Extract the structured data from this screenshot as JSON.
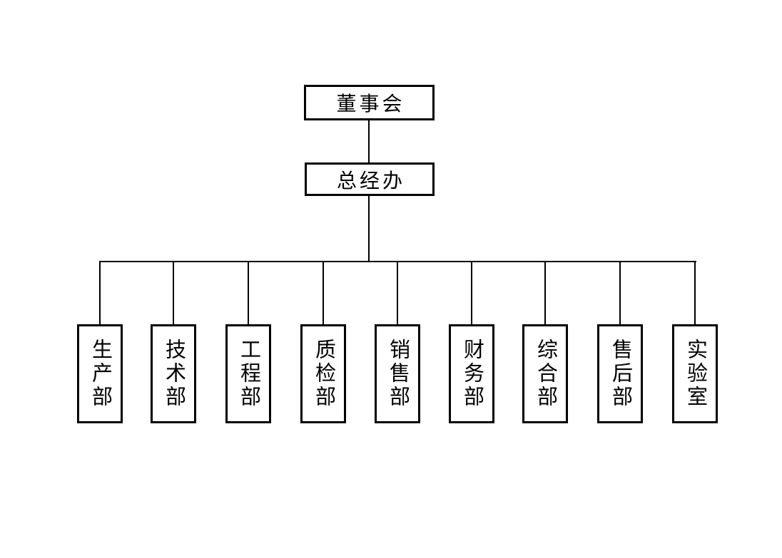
{
  "chart": {
    "type": "org-chart",
    "background_color": "#ffffff",
    "line_color": "#000000",
    "box_border_color": "#000000",
    "text_color": "#000000",
    "root": {
      "label": "董事会"
    },
    "secondary": {
      "label": "总经办"
    },
    "departments": [
      {
        "label": "生产部"
      },
      {
        "label": "技术部"
      },
      {
        "label": "工程部"
      },
      {
        "label": "质检部"
      },
      {
        "label": "销售部"
      },
      {
        "label": "财务部"
      },
      {
        "label": "综合部"
      },
      {
        "label": "售后部"
      },
      {
        "label": "实验室"
      }
    ]
  }
}
